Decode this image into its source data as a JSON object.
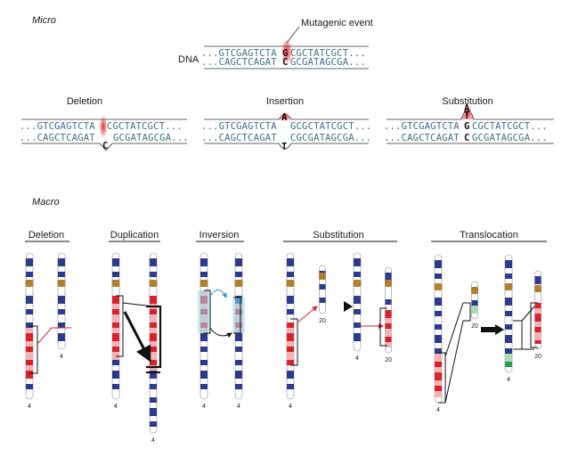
{
  "micro": {
    "section_label": "Micro",
    "dna_label": "DNA",
    "mutagenic_event_label": "Mutagenic event",
    "original": {
      "top_left": "...GTCGAGTCTA",
      "top_mut": "G",
      "top_right": "CGCTATCGCT...",
      "bottom_left": "...CAGCTCAGAT",
      "bottom_mut": "C",
      "bottom_right": "GCGATAGCGA..."
    },
    "deletion": {
      "title": "Deletion",
      "top_left": "...GTCGAGTCTA",
      "top_right": "CGCTATCGCT...",
      "bottom_left": "...CAGCTCAGAT",
      "bottom_right": "GCGATAGCGA...",
      "removed_base": "C"
    },
    "insertion": {
      "title": "Insertion",
      "top_left": "...GTCGAGTCTA",
      "top_right": "GCGCTATCGCT...",
      "bottom_left": "...CAGCTCAGAT",
      "bottom_right": "CGCGATAGCGA...",
      "inserted_top": "A",
      "inserted_bottom": "T"
    },
    "substitution": {
      "title": "Substitution",
      "top_left": "...GTCGAGTCTA",
      "top_mut": "G",
      "top_right": "CGCTATCGCT...",
      "bottom_left": "...CAGCTCAGAT",
      "bottom_mut": "C",
      "bottom_right": "GCGATAGCGA...",
      "new_top": "A",
      "new_bottom": "T"
    }
  },
  "macro": {
    "section_label": "Macro",
    "panels": [
      {
        "title": "Deletion",
        "chromosome_labels": [
          "4",
          "4"
        ]
      },
      {
        "title": "Duplication",
        "chromosome_labels": [
          "4",
          "4"
        ]
      },
      {
        "title": "Inversion",
        "chromosome_labels": [
          "4",
          "4"
        ]
      },
      {
        "title": "Substitution",
        "chromosome_labels": [
          "4",
          "20",
          "4",
          "20"
        ]
      },
      {
        "title": "Translocation",
        "chromosome_labels": [
          "4",
          "20",
          "4",
          "20"
        ]
      }
    ]
  },
  "colors": {
    "dna_text": "#3f6f8c",
    "highlight": "#e8262a",
    "band_dark": "#2e3a8c",
    "band_light": "#ffffff",
    "centromere": "#b08030",
    "region_red": "#d8232a",
    "region_green": "#2e9a4a",
    "inversion_fill": "#9fdcef"
  }
}
